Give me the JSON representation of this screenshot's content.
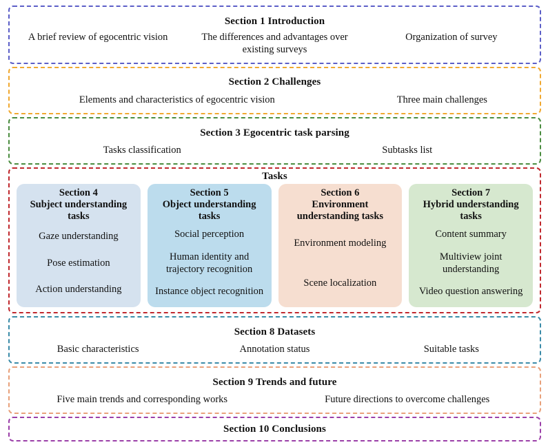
{
  "figure": {
    "type": "survey-paper-structure-diagram"
  },
  "sections": [
    {
      "id": "section-1",
      "title": "Section 1 Introduction",
      "border_color": "#5b5ec7",
      "items": [
        "A brief review of egocentric vision",
        "The differences and advantages over existing surveys",
        "Organization of survey"
      ]
    },
    {
      "id": "section-2",
      "title": "Section 2 Challenges",
      "border_color": "#f0a830",
      "items": [
        "Elements and characteristics of egocentric vision",
        "Three main challenges"
      ]
    },
    {
      "id": "section-3",
      "title": "Section 3 Egocentric task parsing",
      "border_color": "#4a8c3f",
      "items": [
        "Tasks classification",
        "Subtasks list"
      ]
    },
    {
      "id": "section-8",
      "title": "Section 8 Datasets",
      "border_color": "#3a8ba8",
      "items": [
        "Basic characteristics",
        "Annotation status",
        "Suitable tasks"
      ]
    },
    {
      "id": "section-9",
      "title": "Section 9 Trends and future",
      "border_color": "#e8a07a",
      "items": [
        "Five main trends and corresponding works",
        "Future directions to overcome challenges"
      ]
    },
    {
      "id": "section-10",
      "title": "Section 10 Conclusions",
      "border_color": "#9b3fa8",
      "items": []
    }
  ],
  "tasks": {
    "title": "Tasks",
    "border_color": "#c0282d",
    "cards": [
      {
        "id": "section-4",
        "title": "Section 4\nSubject understanding tasks",
        "title_lines": [
          "Section 4",
          "Subject understanding",
          "tasks"
        ],
        "fill_color": "#d5e2ef",
        "items": [
          "Gaze understanding",
          "Pose estimation",
          "Action understanding"
        ]
      },
      {
        "id": "section-5",
        "title": "Section 5\nObject understanding tasks",
        "title_lines": [
          "Section 5",
          "Object understanding",
          "tasks"
        ],
        "fill_color": "#bcdced",
        "items": [
          "Social perception",
          "Human identity and trajectory recognition",
          "Instance object recognition"
        ]
      },
      {
        "id": "section-6",
        "title": "Section 6\nEnvironment understanding tasks",
        "title_lines": [
          "Section 6",
          "Environment",
          "understanding tasks"
        ],
        "fill_color": "#f6ded0",
        "items": [
          "Environment modeling",
          "Scene localization"
        ]
      },
      {
        "id": "section-7",
        "title": "Section 7\nHybrid understanding tasks",
        "title_lines": [
          "Section 7",
          "Hybrid understanding",
          "tasks"
        ],
        "fill_color": "#d6e8cf",
        "items": [
          "Content summary",
          "Multiview joint understanding",
          "Video question answering"
        ]
      }
    ]
  }
}
